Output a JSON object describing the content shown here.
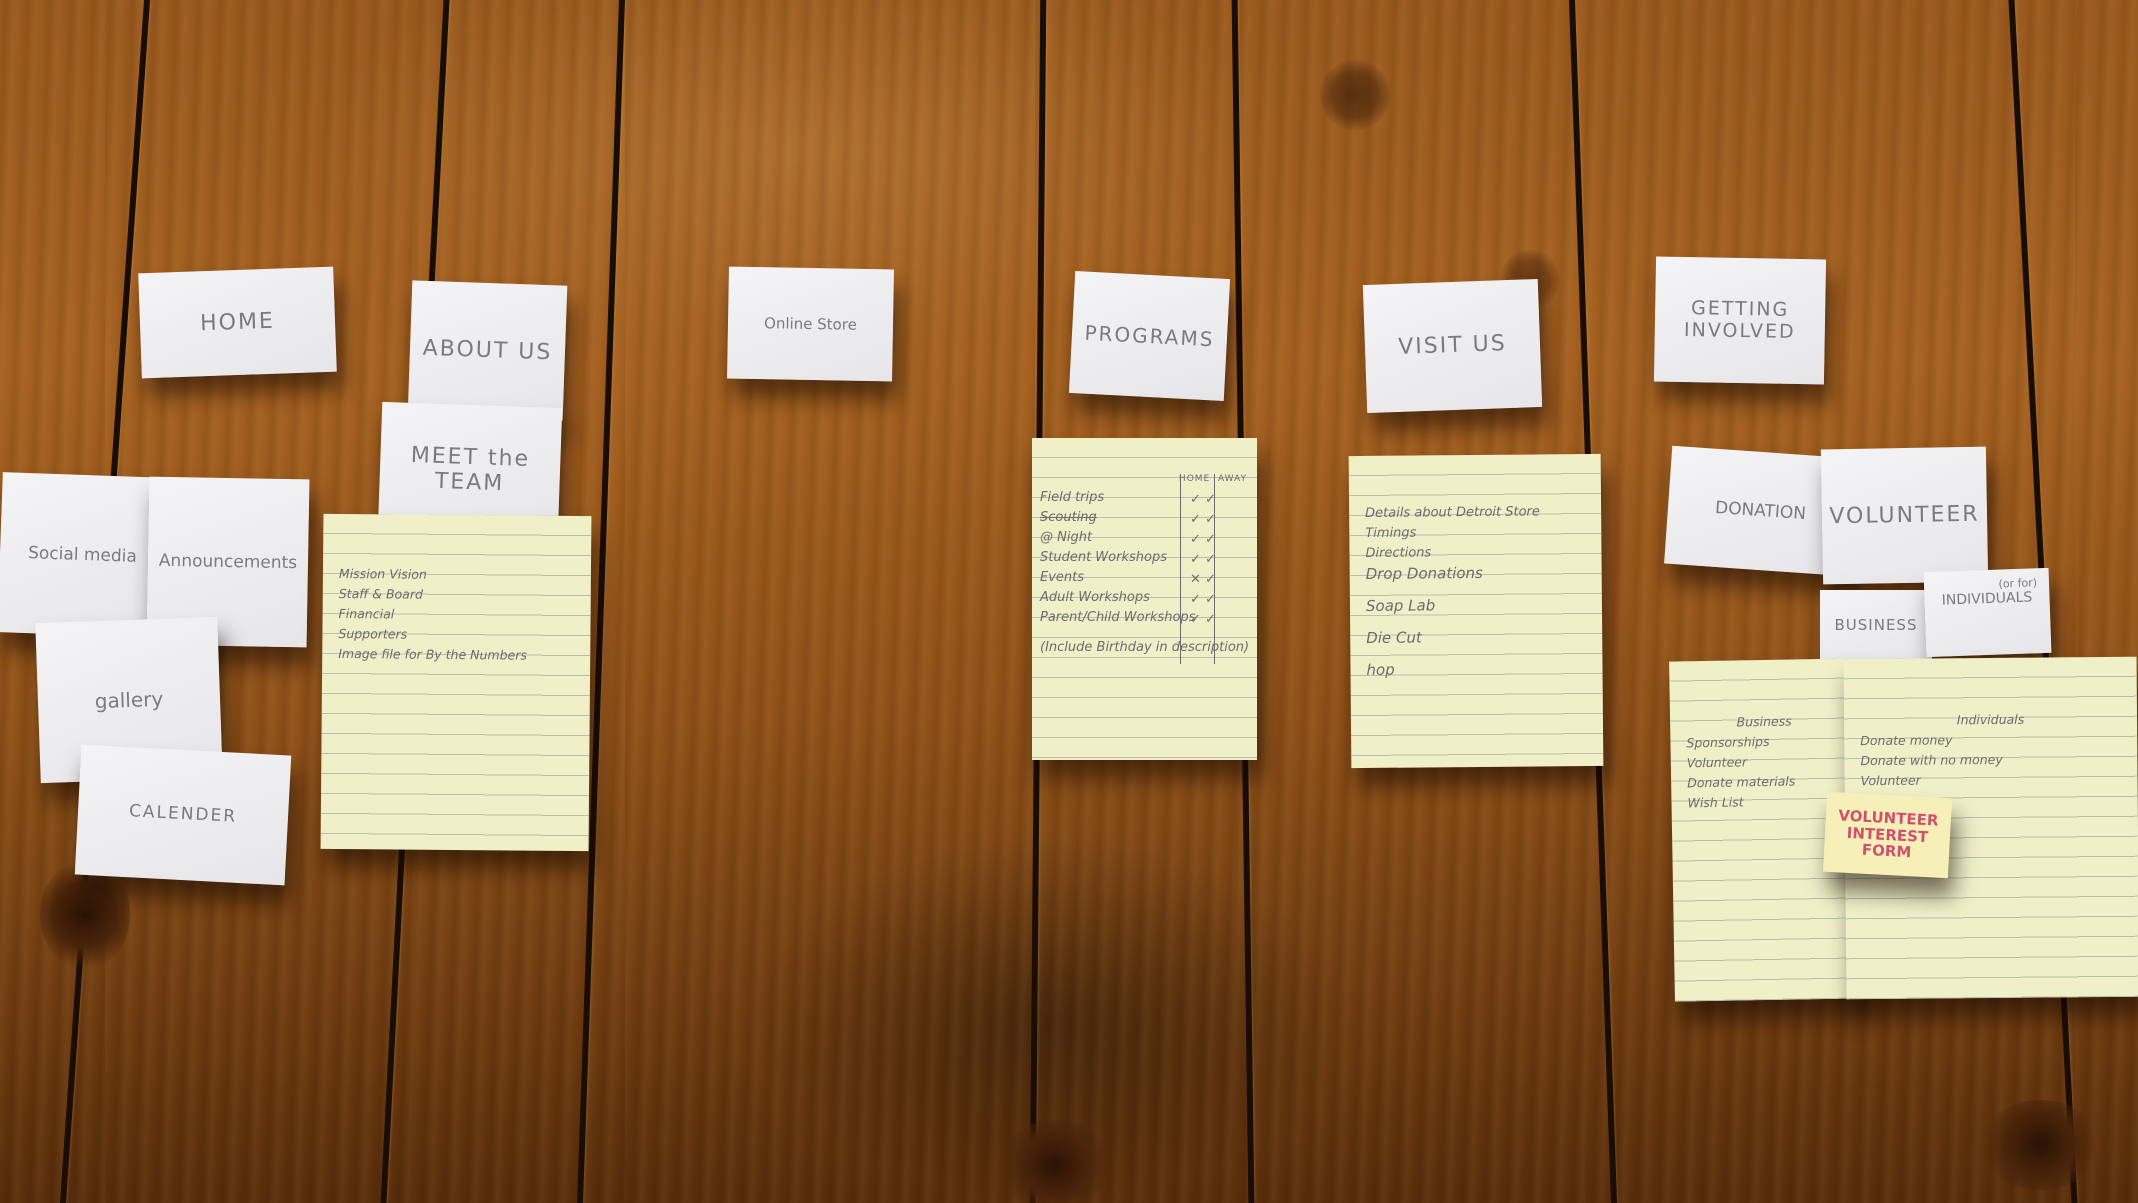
{
  "photo": {
    "description_colors": {
      "wood": "#a65d1a",
      "groove": "#1a0d04",
      "sticky_white": "#eeeef0",
      "sticky_yellow": "#efefc8",
      "pink_ink": "#d05070"
    }
  },
  "columns": {
    "home": {
      "header": "HOME",
      "items": [
        "Social media",
        "Announcements",
        "gallery",
        "CALENDER"
      ]
    },
    "about": {
      "header": "ABOUT US",
      "meet_team": "MEET the TEAM",
      "list": [
        "Mission Vision",
        "Staff & Board",
        "Financial",
        "Supporters",
        "Image file for By the Numbers"
      ]
    },
    "store": {
      "header": "Online Store"
    },
    "programs": {
      "header": "PROGRAMS",
      "columns": [
        "HOME",
        "AWAY"
      ],
      "list": [
        "Field trips",
        "Scouting",
        "@ Night",
        "Student Workshops",
        "Events",
        "Adult Workshops",
        "Parent/Child Workshops"
      ],
      "note": "(Include Birthday in description)"
    },
    "visit": {
      "header": "VISIT US",
      "list": [
        "Details about Detroit Store",
        "Timings",
        "Directions",
        "Drop Donations",
        "Soap Lab",
        "Die Cut",
        "hop"
      ]
    },
    "getting_involved": {
      "header": "GETTING INVOLVED",
      "donation": "DONATION",
      "volunteer": "VOLUNTEER",
      "business": "BUSINESS",
      "individuals": "INDIVIDUALS",
      "individuals_note": "(or for)",
      "business_list_title": "Business",
      "business_list": [
        "Sponsorships",
        "Volunteer",
        "Donate materials",
        "Wish List"
      ],
      "individuals_list_title": "Individuals",
      "individuals_list": [
        "Donate money",
        "Donate with no money",
        "Volunteer"
      ],
      "volunteer_form": "VOLUNTEER INTEREST FORM"
    }
  }
}
